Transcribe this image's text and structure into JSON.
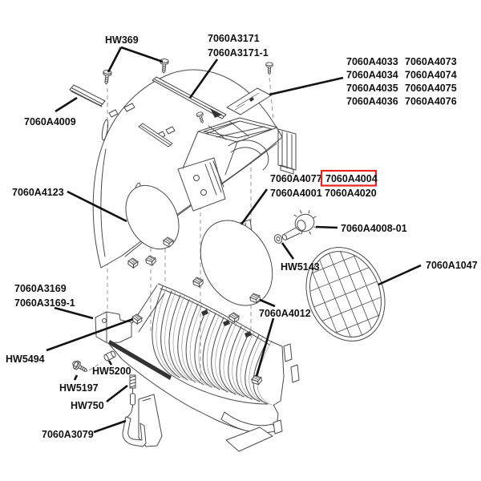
{
  "page": {
    "type": "exploded-parts-diagram",
    "background": "#ffffff"
  },
  "colors": {
    "highlight_box": "#e8251f",
    "label_text": "#101010",
    "drawing_line": "#4a4a4a",
    "leader_line": "#121212"
  },
  "highlighted_part": "7060A4004",
  "labels": {
    "hw369": "HW369",
    "a3171": "7060A3171",
    "a3171_1": "7060A3171-1",
    "a4033": "7060A4033",
    "a4073": "7060A4073",
    "a4034": "7060A4034",
    "a4074": "7060A4074",
    "a4035": "7060A4035",
    "a4075": "7060A4075",
    "a4036": "7060A4036",
    "a4076": "7060A4076",
    "a4009": "7060A4009",
    "a4123": "7060A4123",
    "a4077": "7060A4077",
    "a4004": "7060A4004",
    "a4001": "7060A4001",
    "a4020": "7060A4020",
    "a4008_01": "7060A4008-01",
    "hw5143": "HW5143",
    "a1047": "7060A1047",
    "a4012": "7060A4012",
    "a3169": "7060A3169",
    "a3169_1": "7060A3169-1",
    "hw5494": "HW5494",
    "hw5200": "HW5200",
    "hw5197": "HW5197",
    "hw750": "HW750",
    "a3079": "7060A3079"
  }
}
